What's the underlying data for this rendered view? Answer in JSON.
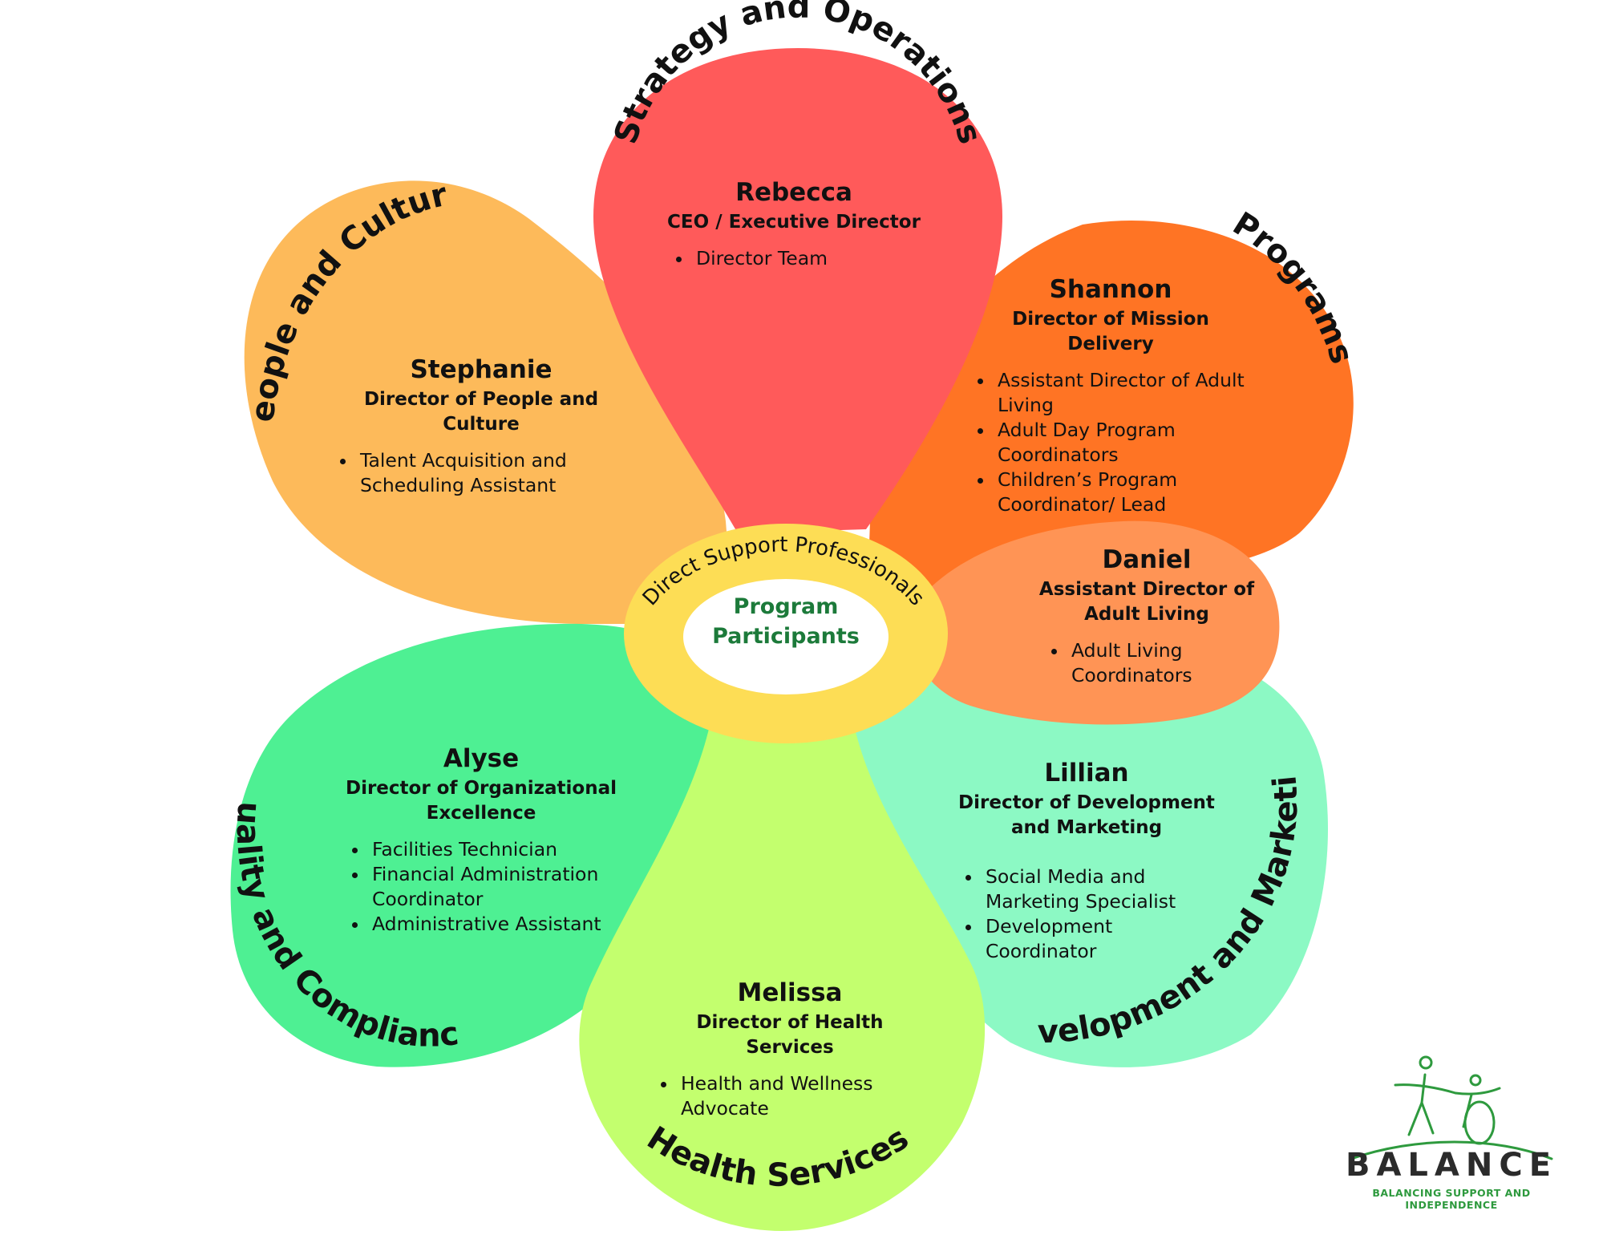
{
  "petals": {
    "strategy": {
      "section": "Strategy and Operations",
      "name": "Rebecca",
      "role": "CEO / Executive Director",
      "items": [
        "Director Team"
      ],
      "color": "#FF5A5A"
    },
    "programs": {
      "section": "Programs",
      "name": "Shannon",
      "role": "Director of Mission Delivery",
      "items": [
        "Assistant Director of Adult Living",
        "Adult Day Program Coordinators",
        "Children’s Program Coordinator/ Lead"
      ],
      "color": "#FF7424"
    },
    "adult_living": {
      "name": "Daniel",
      "role": "Assistant Director of Adult Living",
      "items": [
        "Adult Living Coordinators"
      ],
      "color": "#FF9455"
    },
    "people": {
      "section": "People and Culture",
      "name": "Stephanie",
      "role": "Director of People and Culture",
      "items": [
        "Talent Acquisition and Scheduling Assistant"
      ],
      "color": "#FDBA5A"
    },
    "quality": {
      "section": "Quality and Compliance",
      "name": "Alyse",
      "role": "Director of Organizational Excellence",
      "items": [
        "Facilities Technician",
        "Financial Administration Coordinator",
        "Administrative Assistant"
      ],
      "color": "#4EF093"
    },
    "health": {
      "section": "Health Services",
      "name": "Melissa",
      "role": "Director of Health Services",
      "items": [
        "Health and Wellness Advocate"
      ],
      "color": "#C3FF6E"
    },
    "development": {
      "section": "Development and Marketing",
      "name": "Lillian",
      "role": "Director of Development and Marketing",
      "items": [
        "Social Media  and Marketing Specialist",
        "Development Coordinator"
      ],
      "color": "#8CF9C4"
    }
  },
  "center": {
    "ring_label": "Direct Support Professionals",
    "core_label": "Program Participants",
    "ring_color": "#FDDD55",
    "core_color": "#FFFFFF",
    "label_color": "#1C7A3A"
  },
  "logo": {
    "wordmark": "BALANCE",
    "tagline": "BALANCING SUPPORT AND INDEPENDENCE",
    "color": "#2E9A3E"
  }
}
